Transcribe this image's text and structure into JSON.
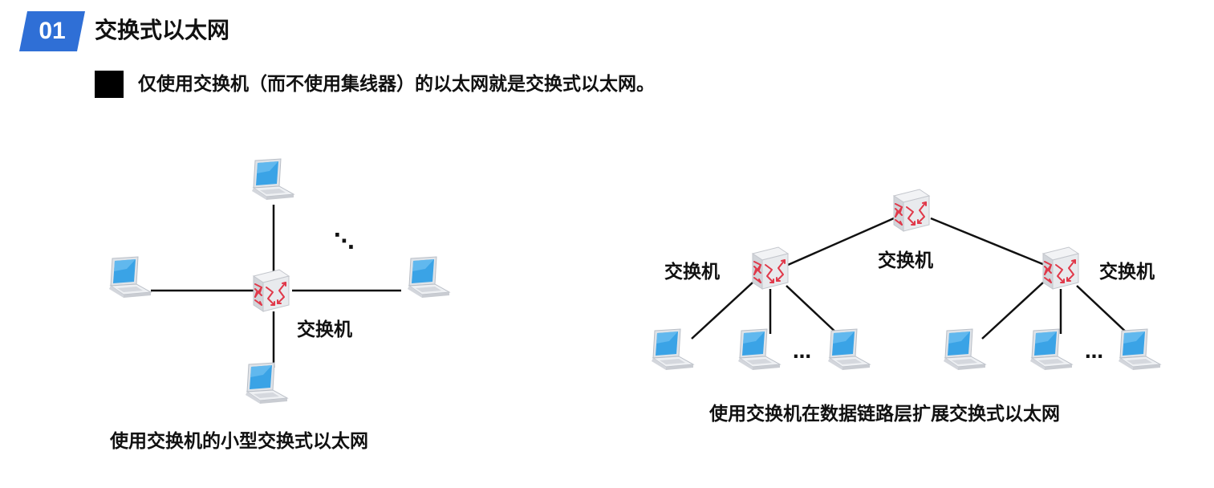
{
  "header": {
    "section_number": "01",
    "section_title": "交换式以太网"
  },
  "bullet": {
    "text": "仅使用交换机（而不使用集线器）的以太网就是交换式以太网。"
  },
  "left_diagram": {
    "switch_label": "交换机",
    "ellipsis": "⋱",
    "caption": "使用交换机的小型交换式以太网"
  },
  "right_diagram": {
    "top_switch_label": "交换机",
    "left_switch_label": "交换机",
    "right_switch_label": "交换机",
    "ellipsis_left": "…",
    "ellipsis_right": "…",
    "caption": "使用交换机在数据链路层扩展交换式以太网"
  },
  "colors": {
    "badge_blue": "#2f6fd6",
    "switch_arrow_red": "#e0394a",
    "screen_blue": "#3aa3e6"
  },
  "icons": [
    "switch-icon",
    "laptop-icon"
  ]
}
